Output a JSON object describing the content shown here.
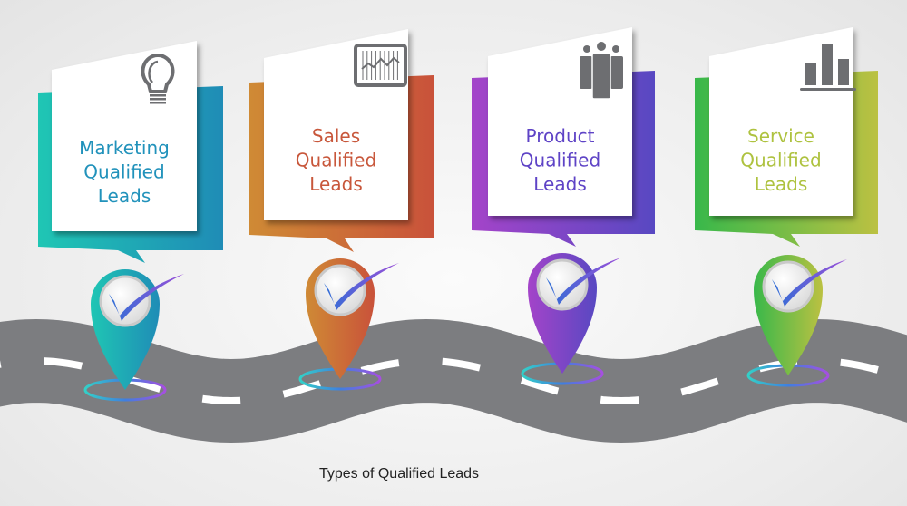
{
  "caption": "Types of Qualified Leads",
  "cards": [
    {
      "lines": [
        "Marketing",
        "Qualified",
        "Leads"
      ],
      "icon": "lightbulb-icon",
      "color_start": "#1fc6b4",
      "color_end": "#1f8cb6",
      "text_color": "#2192bb"
    },
    {
      "lines": [
        "Sales",
        "Qualified",
        "Leads"
      ],
      "icon": "chart-monitor-icon",
      "color_start": "#cf8a35",
      "color_end": "#c9523a",
      "text_color": "#c8573b"
    },
    {
      "lines": [
        "Product",
        "Qualified",
        "Leads"
      ],
      "icon": "people-group-icon",
      "color_start": "#a444c9",
      "color_end": "#5848c2",
      "text_color": "#5e43c6"
    },
    {
      "lines": [
        "Service",
        "Qualified",
        "Leads"
      ],
      "icon": "bar-chart-icon",
      "color_start": "#38b84a",
      "color_end": "#bbc142",
      "text_color": "#aec23f"
    }
  ]
}
